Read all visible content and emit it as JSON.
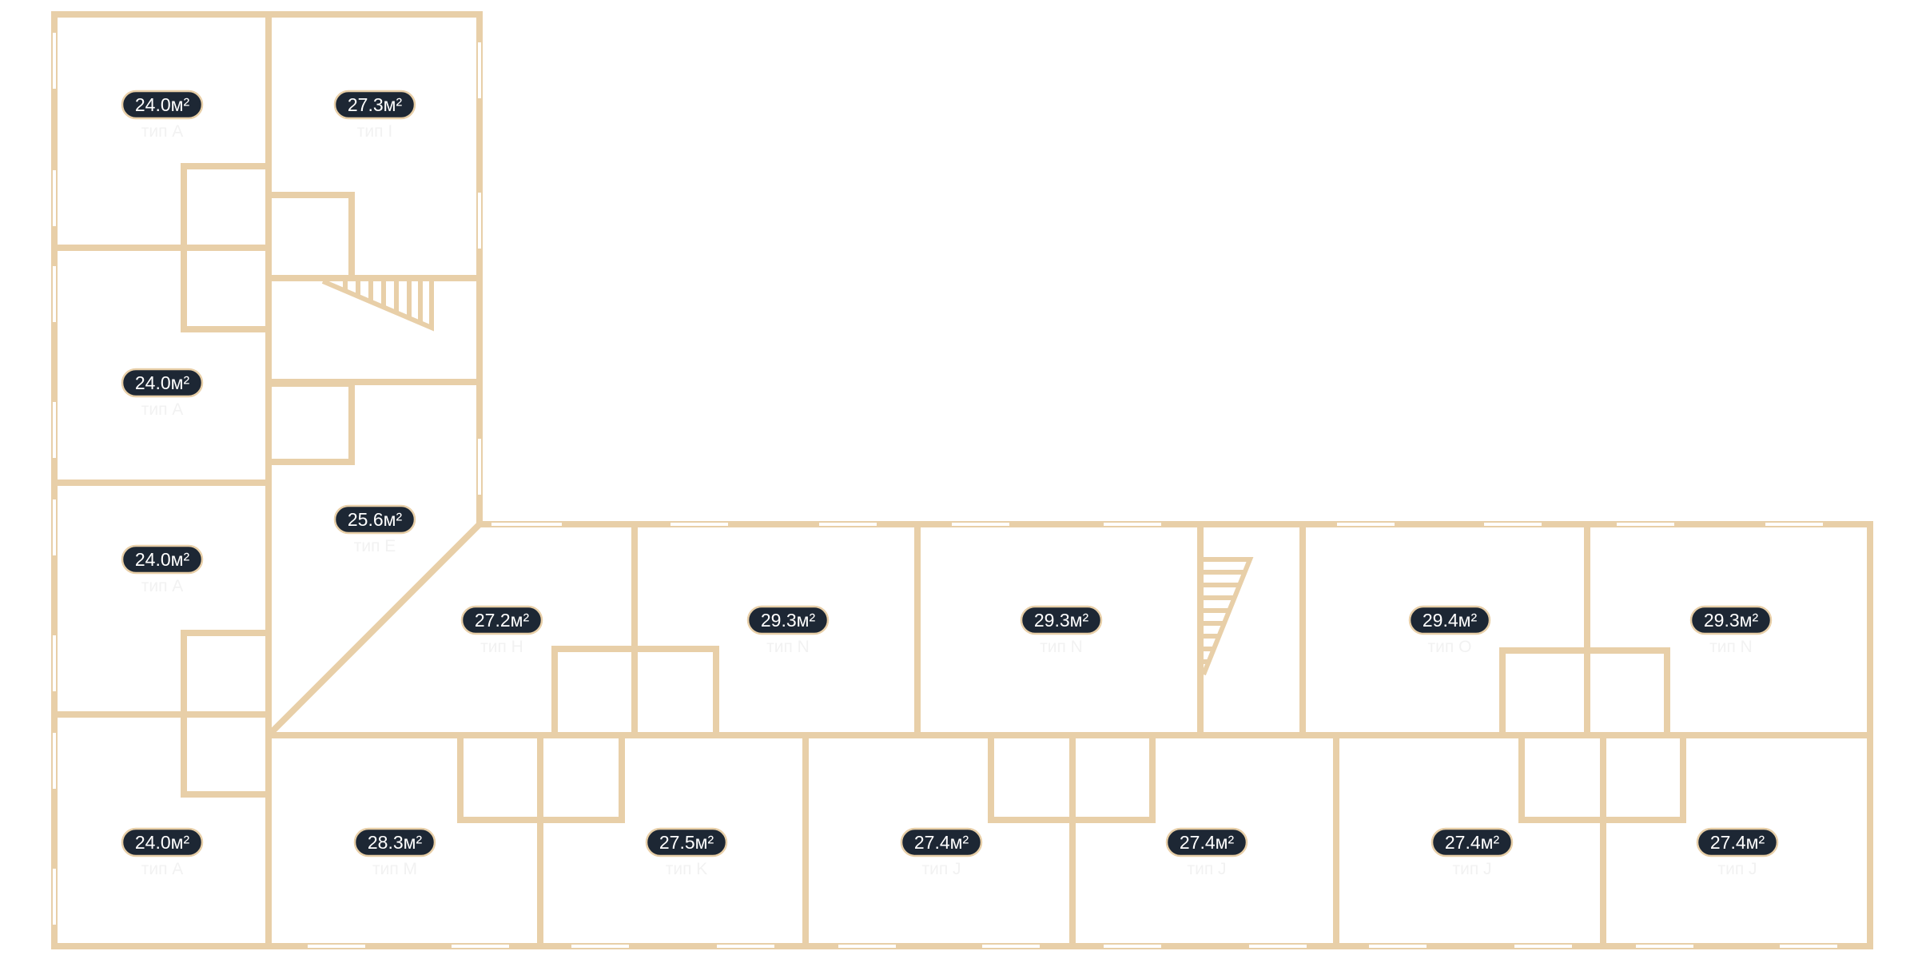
{
  "plan": {
    "colors": {
      "wall": "#e8cfa8",
      "badge": "#1d2734",
      "badge_text": "#ffffff"
    },
    "apartments": [
      {
        "area": "24.0м²",
        "type": "тип A"
      },
      {
        "area": "27.3м²",
        "type": "тип I"
      },
      {
        "area": "24.0м²",
        "type": "тип A"
      },
      {
        "area": "24.0м²",
        "type": "тип A"
      },
      {
        "area": "25.6м²",
        "type": "тип E"
      },
      {
        "area": "24.0м²",
        "type": "тип A"
      },
      {
        "area": "27.2м²",
        "type": "тип H"
      },
      {
        "area": "29.3м²",
        "type": "тип N"
      },
      {
        "area": "29.3м²",
        "type": "тип N"
      },
      {
        "area": "29.4м²",
        "type": "тип O"
      },
      {
        "area": "29.3м²",
        "type": "тип N"
      },
      {
        "area": "28.3м²",
        "type": "тип M"
      },
      {
        "area": "27.5м²",
        "type": "тип K"
      },
      {
        "area": "27.4м²",
        "type": "тип J"
      },
      {
        "area": "27.4м²",
        "type": "тип J"
      },
      {
        "area": "27.4м²",
        "type": "тип J"
      },
      {
        "area": "27.4м²",
        "type": "тип J"
      }
    ]
  }
}
